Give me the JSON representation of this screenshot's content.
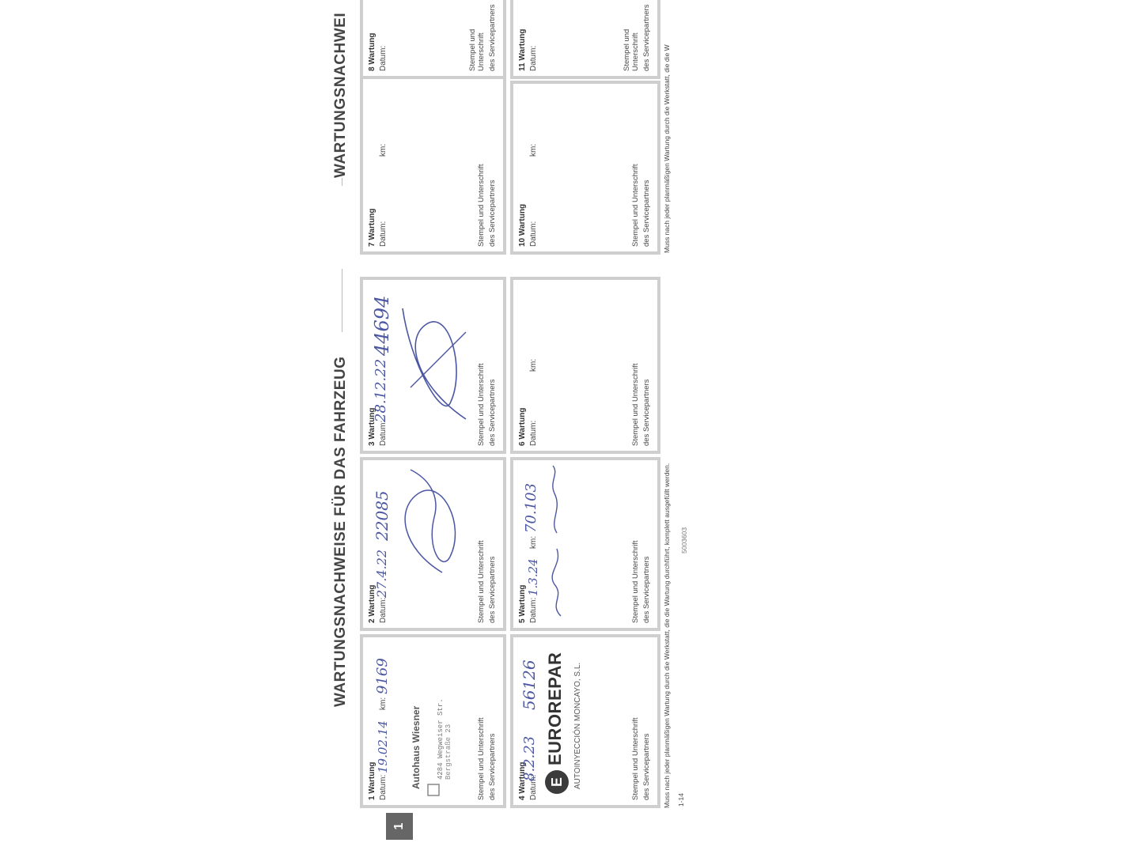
{
  "page": {
    "heading_main": "WARTUNGSNACHWEISE FÜR DAS FAHRZEUG",
    "heading_continued": "WARTUNGSNACHWEI",
    "chapter_badge": "1",
    "footnote_left": "Muss nach jeder planmäßigen Wartung durch die Werkstatt, die die Wartung durchführt, komplett ausgefüllt werden.",
    "footnote_right": "Muss nach jeder planmäßigen Wartung durch die Werkstatt, die die W",
    "page_number": "1-14",
    "doc_code": "5003603"
  },
  "labels": {
    "date": "Datum:",
    "km": "km:",
    "stamp_line1": "Stempel und Unterschrift",
    "stamp_line2": "des Servicepartners"
  },
  "services": [
    {
      "title": "1 Wartung",
      "date_hw": "19.02.14",
      "km_hw": "9169",
      "stamp_text": "Autohaus Wiesner"
    },
    {
      "title": "2 Wartung",
      "date_hw": "27.4.22",
      "km_hw": "22085"
    },
    {
      "title": "3 Wartung",
      "date_hw": "28.12.22",
      "km_hw": "44694"
    },
    {
      "title": "4 Wartung",
      "date_hw": "8.2.23",
      "km_hw": "56126",
      "stamp_brand": "EUROREPAR",
      "stamp_company": "AUTOINYECCIÓN MONCAYO, S.L."
    },
    {
      "title": "5 Wartung",
      "date_hw": "1.3.24",
      "km_hw": "70.103"
    },
    {
      "title": "6 Wartung"
    },
    {
      "title": "7 Wartung"
    },
    {
      "title": "8 Wartung"
    },
    {
      "title": "10 Wartung"
    },
    {
      "title": "11 Wartung"
    }
  ]
}
